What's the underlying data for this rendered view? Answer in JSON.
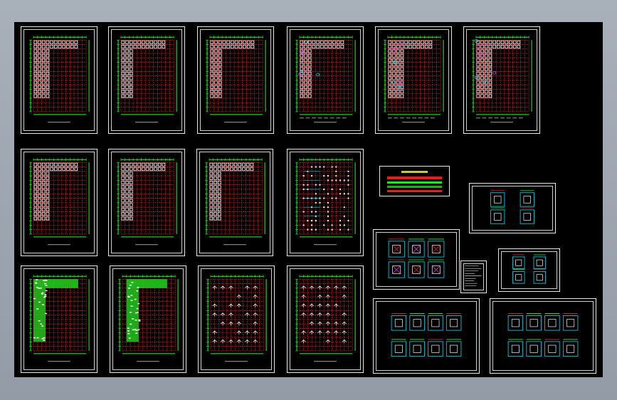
{
  "app": {
    "background": "#9aa2ad",
    "canvas_color": "#000000",
    "grid_color": "#ff2020",
    "axis_color": "#22ff22",
    "wall_color": "#ffffff",
    "frame_color": "#e8e8e8",
    "accent_cyan": "#00e5ff",
    "accent_magenta": "#ff2cf4",
    "accent_yellow": "#ffff33"
  },
  "sheets": [
    {
      "id": "plan-1",
      "kind": "plan"
    },
    {
      "id": "plan-2",
      "kind": "plan"
    },
    {
      "id": "plan-3",
      "kind": "plan"
    },
    {
      "id": "plan-4",
      "kind": "plan-detail"
    },
    {
      "id": "plan-5",
      "kind": "plan-detail"
    },
    {
      "id": "plan-6",
      "kind": "plan-detail"
    },
    {
      "id": "plan-7",
      "kind": "plan"
    },
    {
      "id": "plan-8",
      "kind": "plan"
    },
    {
      "id": "plan-9",
      "kind": "plan"
    },
    {
      "id": "plan-10",
      "kind": "columns"
    },
    {
      "id": "plan-11",
      "kind": "green-fill"
    },
    {
      "id": "plan-12",
      "kind": "green-fill"
    },
    {
      "id": "plan-13",
      "kind": "marks"
    },
    {
      "id": "plan-14",
      "kind": "marks"
    },
    {
      "id": "detail-1",
      "kind": "details"
    },
    {
      "id": "detail-2",
      "kind": "details"
    },
    {
      "id": "detail-3",
      "kind": "details"
    },
    {
      "id": "detail-4",
      "kind": "details"
    },
    {
      "id": "detail-5",
      "kind": "details"
    },
    {
      "id": "notes-1",
      "kind": "notes"
    }
  ],
  "legend": {
    "lines": 5
  }
}
